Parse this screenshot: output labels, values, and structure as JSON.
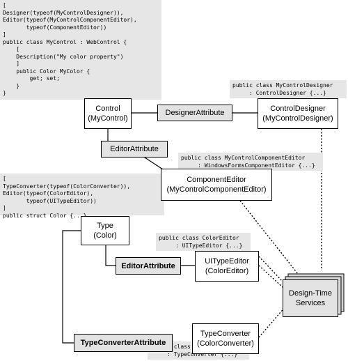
{
  "code_blocks": {
    "mycontrol": "[\nDesigner(typeof(MyControlDesigner)),\nEditor(typeof(MyControlComponentEditor),\n       typeof(ComponentEditor))\n]\npublic class MyControl : WebControl {\n    [\n    Description(\"My color property\")\n    ]\n    public Color MyColor {\n        get; set;\n    }\n}",
    "color": "[\nTypeConverter(typeof(ColorConverter)),\nEditor(typeof(ColorEditor),\n       typeof(UITypeEditor))\n]\npublic struct Color {...}",
    "control_designer": "public class MyControlDesigner\n     : ControlDesigner {...}",
    "component_editor": "public class MyControlComponentEditor\n     : WindowsFormsComponentEditor {...}",
    "color_editor": "public class ColorEditor\n     : UITypeEditor {...}",
    "color_converter": "public class ColorConverter\n     : TypeConverter {...}"
  },
  "boxes": {
    "control": {
      "line1": "Control",
      "line2": "(MyControl)"
    },
    "designer_attribute": "DesignerAttribute",
    "control_designer": {
      "line1": "ControlDesigner",
      "line2": "(MyControlDesigner)"
    },
    "editor_attribute_top": "EditorAttribute",
    "component_editor": {
      "line1": "ComponentEditor",
      "line2": "(MyControlComponentEditor)"
    },
    "type": {
      "line1": "Type",
      "line2": "(Color)"
    },
    "editor_attribute_bottom": "EditorAttribute",
    "ui_type_editor": {
      "line1": "UITypeEditor",
      "line2": "(ColorEditor)"
    },
    "type_converter_attribute": "TypeConverterAttribute",
    "type_converter": {
      "line1": "TypeConverter",
      "line2": "(ColorConverter)"
    },
    "design_time_services": {
      "line1": "Design-Time",
      "line2": "Services"
    }
  },
  "colors": {
    "panel": "#e6e6e6",
    "shaded_box": "#e3e3e3",
    "line": "#000000"
  }
}
